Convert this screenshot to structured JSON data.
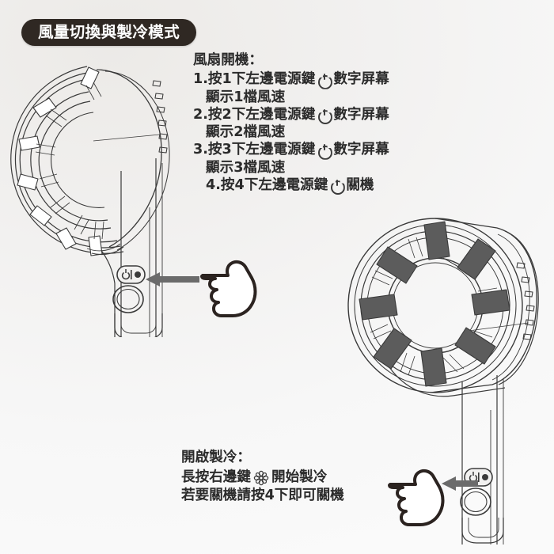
{
  "page": {
    "background_color": "#f4f3f2",
    "text_color": "#2b2b2b"
  },
  "header": {
    "badge_label": "風量切換與製冷模式",
    "badge_bg": "#2f2823",
    "badge_text_color": "#ffffff"
  },
  "fan_power_section": {
    "heading": "風扇開機：",
    "steps": [
      {
        "prefix": "1.按1下左邊電源鍵",
        "icon": "power-icon",
        "suffix": "數字屏幕",
        "continuation": "顯示1檔風速"
      },
      {
        "prefix": "2.按2下左邊電源鍵",
        "icon": "power-icon",
        "suffix": "數字屏幕",
        "continuation": "顯示2檔風速"
      },
      {
        "prefix": "3.按3下左邊電源鍵",
        "icon": "power-icon",
        "suffix": "數字屏幕",
        "continuation": "顯示3檔風速"
      },
      {
        "prefix": "4.按4下左邊電源鍵",
        "icon": "power-icon",
        "suffix": "關機",
        "continuation": ""
      }
    ]
  },
  "cooling_section": {
    "heading": "開啟製冷：",
    "line1_prefix": "長按右邊鍵",
    "line1_icon": "snowflake-icon",
    "line1_suffix": "開始製冷",
    "line2": "若要關機請按4下即可關機"
  },
  "illustrations": {
    "left_fan": {
      "name": "handheld-fan-left-view",
      "description": "line-art handheld bladeless fan, ring facing left, long handle with power button",
      "button_panel": "power-button-panel",
      "blade_color": "#ffffff",
      "stroke_color": "#3a3a3a"
    },
    "right_fan": {
      "name": "handheld-fan-right-view",
      "description": "line-art handheld fan, ring facing front-left with dark radial blades, handle with cooling button",
      "blade_color": "#5c5c5c",
      "stroke_color": "#3a3a3a"
    }
  },
  "pointers": {
    "hand_top": {
      "name": "pointing-hand-left",
      "target": "left fan power button"
    },
    "hand_bottom": {
      "name": "pointing-hand-left",
      "target": "right fan cooling button"
    },
    "arrow_color": "#6b6b6b"
  }
}
